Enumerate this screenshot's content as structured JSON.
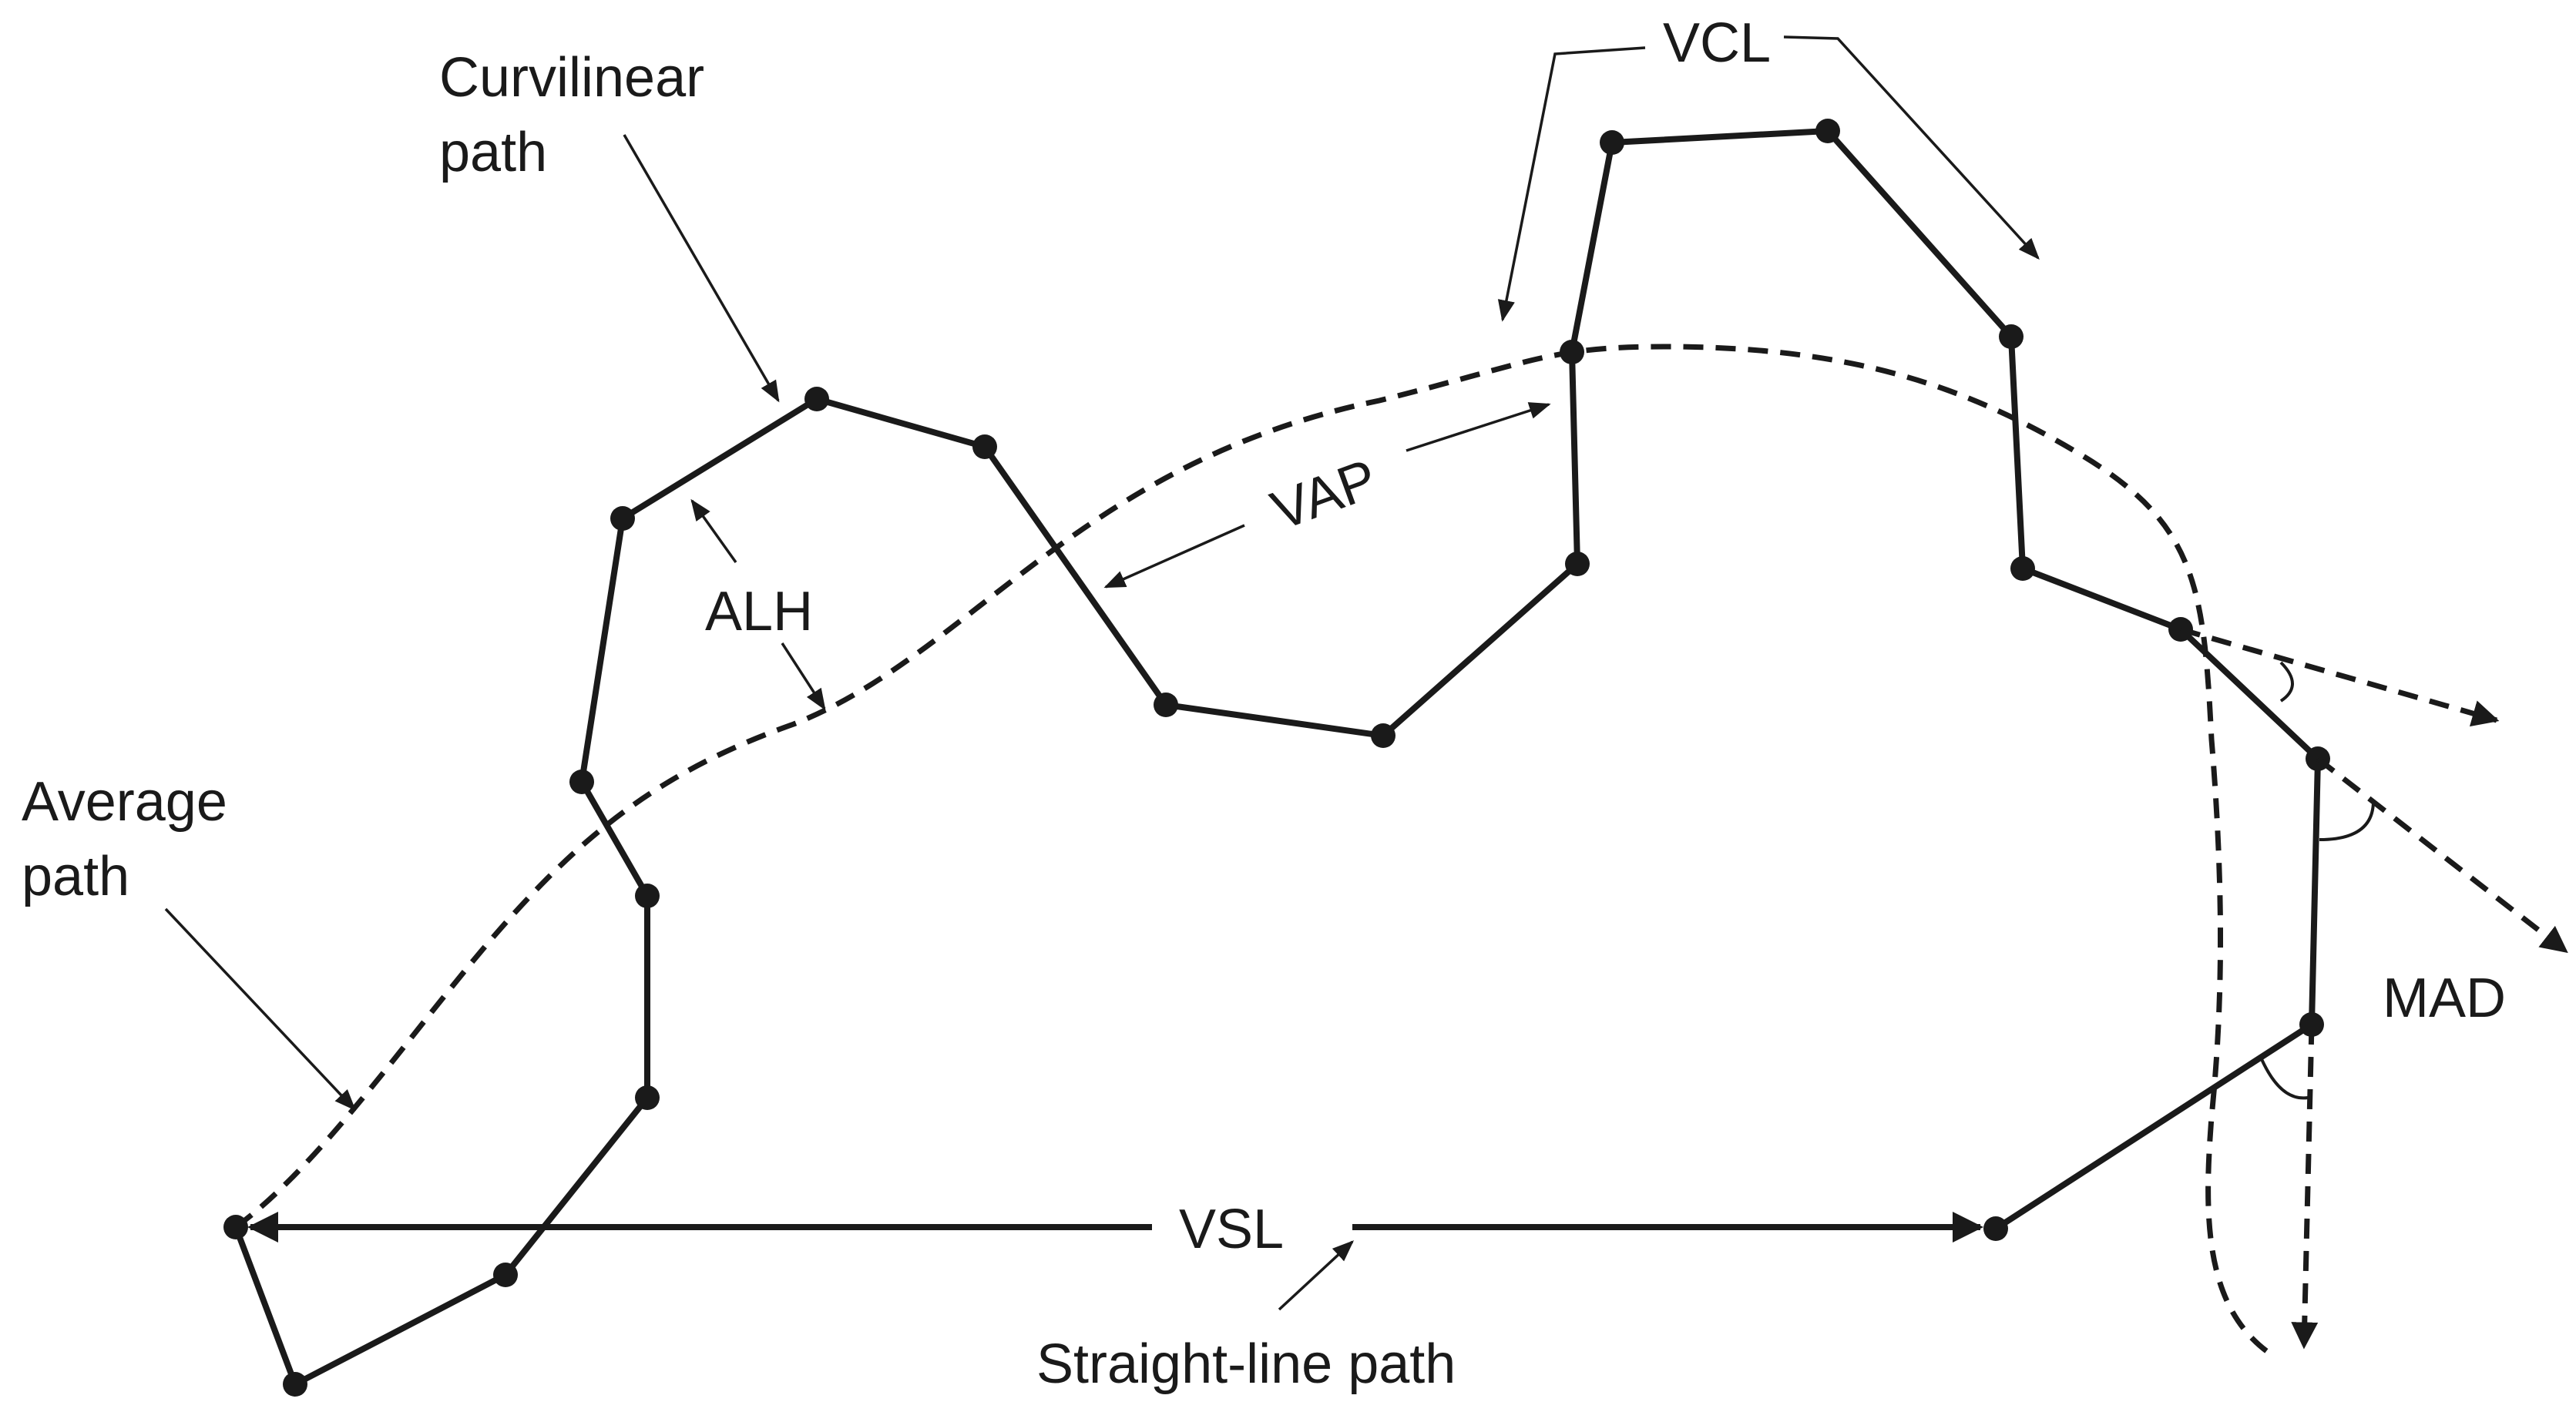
{
  "labels": {
    "curvilinear_line1": "Curvilinear",
    "curvilinear_line2": "path",
    "average_line1": "Average",
    "average_line2": "path",
    "vcl": "VCL",
    "vap": "VAP",
    "alh": "ALH",
    "vsl": "VSL",
    "mad": "MAD",
    "straight_line_path": "Straight-line path"
  },
  "colors": {
    "ink": "#1a1a1a",
    "background": "#ffffff"
  }
}
